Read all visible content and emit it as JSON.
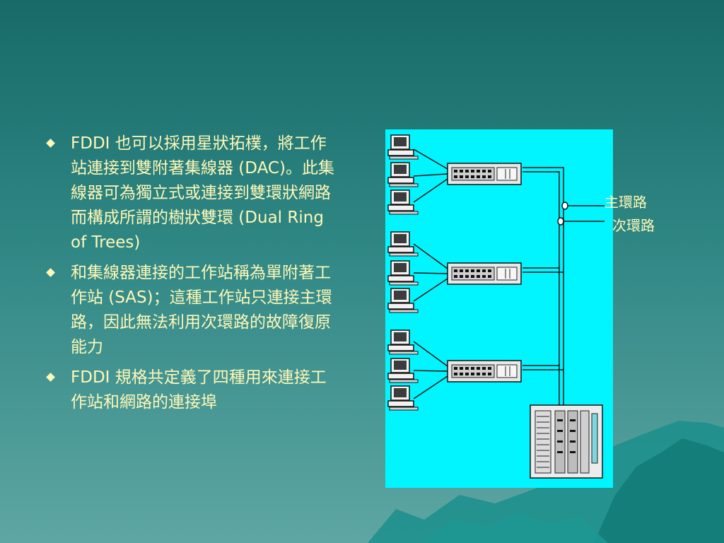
{
  "slide": {
    "bullets": [
      {
        "text": "FDDI 也可以採用星狀拓樸，將工作站連接到雙附著集線器 (DAC)。此集線器可為獨立式或連接到雙環狀網路而構成所謂的樹狀雙環 (Dual Ring of Trees)"
      },
      {
        "text": "和集線器連接的工作站稱為單附著工作站 (SAS)；這種工作站只連接主環路，因此無法利用次環路的故障復原能力"
      },
      {
        "text": "FDDI 規格共定義了四種用來連接工作站和網路的連接埠"
      }
    ]
  },
  "diagram": {
    "primary_ring_label": "主環路",
    "secondary_ring_label": "次環路"
  },
  "colors": {
    "text": "#fff8b8",
    "diagram_bg": "#00f5ff"
  }
}
